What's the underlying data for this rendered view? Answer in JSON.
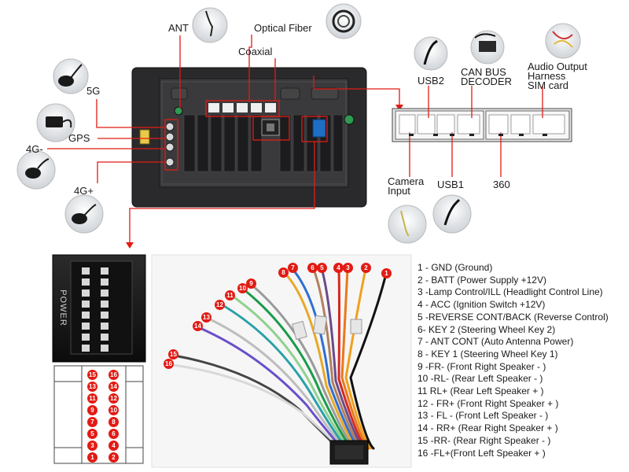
{
  "device_labels": {
    "ant": "ANT",
    "optical_fiber": "Optical Fiber",
    "coaxial": "Coaxial",
    "five_g": "5G",
    "gps": "GPS",
    "four_g_minus": "4G-",
    "four_g_plus": "4G+",
    "usb2": "USB2",
    "canbus": [
      "CAN BUS",
      "DECODER"
    ],
    "audio_output": [
      "Audio Output",
      "Harness",
      "SIM card"
    ],
    "camera_input": [
      "Camera",
      "Input"
    ],
    "usb1": "USB1",
    "three_sixty": "360"
  },
  "connector_label": "POWER",
  "wire_numbers": [
    "1",
    "2",
    "3",
    "4",
    "5",
    "6",
    "7",
    "8",
    "9",
    "10",
    "11",
    "12",
    "13",
    "14",
    "15",
    "16"
  ],
  "pinout_rows": [
    [
      "15",
      "16"
    ],
    [
      "13",
      "14"
    ],
    [
      "11",
      "12"
    ],
    [
      "9",
      "10"
    ],
    [
      "7",
      "8"
    ],
    [
      "5",
      "6"
    ],
    [
      "3",
      "4"
    ],
    [
      "1",
      "2"
    ]
  ],
  "pin_descriptions": [
    "1 - GND (Ground)",
    "2 - BATT (Power Supply +12V)",
    "3 -Lamp Control/ILL (Headlight Control Line)",
    "4 - ACC (Ignition Switch +12V)",
    "5  -REVERSE CONT/BACK (Reverse Control)",
    "6- KEY 2 (Steering Wheel Key 2)",
    "7 - ANT CONT (Auto Antenna Power)",
    "8 - KEY 1 (Steering Wheel Key 1)",
    "9  -FR- (Front Right Speaker - )",
    "10  -RL- (Rear Left Speaker - )",
    "11  RL+ (Rear Left Speaker + )",
    "12  - FR+ (Front Right Speaker + )",
    "13  - FL - (Front Left Speaker  - )",
    "14  - RR+ (Rear Right Speaker + )",
    "15  -RR- (Rear Right Speaker - )",
    "16  -FL+(Front Left Speaker + )"
  ],
  "colors": {
    "accent_red": "#d3261c",
    "pin_red": "#e21b14",
    "wires": {
      "1": "#111111",
      "2": "#f0a01e",
      "3": "#e8791a",
      "4": "#d42a20",
      "5": "#6a4a8a",
      "6": "#b08060",
      "7": "#2e6fd0",
      "8": "#e9a828",
      "9": "#9a9a9a",
      "10": "#1b9a4a",
      "11": "#8fd18f",
      "12": "#2aa0a8",
      "13": "#c8c8c8",
      "14": "#6a4fc8",
      "15": "#444444",
      "16": "#e0e0e0"
    }
  }
}
